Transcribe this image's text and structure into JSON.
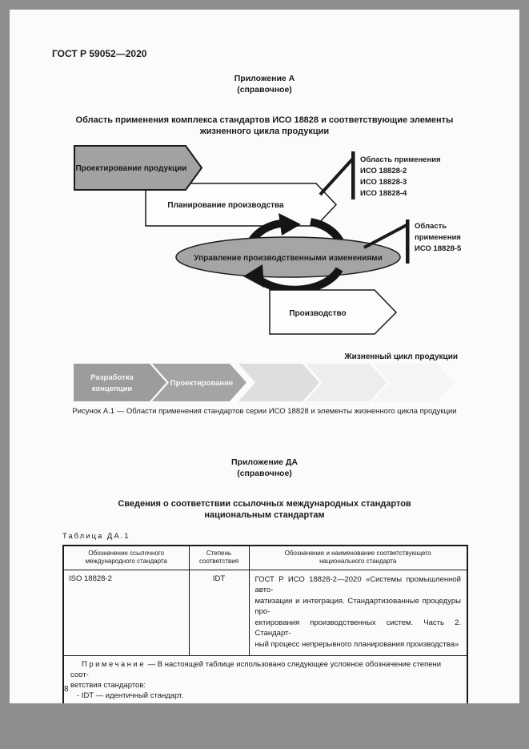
{
  "header": {
    "doc_code": "ГОСТ Р 59052—2020",
    "page_number": "8"
  },
  "annex_a": {
    "label": "Приложение А",
    "type": "(справочное)",
    "title_line1": "Область применения комплекса стандартов ИСО 18828 и соответствующие элементы",
    "title_line2": "жизненного цикла продукции",
    "figure_caption": "Рисунок А.1 — Области применения стандартов серии ИСО 18828 и элементы жизненного цикла продукции"
  },
  "diagram": {
    "product_design": "Проектирование продукции",
    "production_planning": "Планирование производства",
    "change_management": "Управление производственными изменениями",
    "production": "Производство",
    "scope1": {
      "l1": "Область применения",
      "l2": "ИСО 18828-2",
      "l3": "ИСО 18828-3",
      "l4": "ИСО 18828-4"
    },
    "scope2": {
      "l1": "Область",
      "l2": "применения",
      "l3": "ИСО 18828-5"
    },
    "lifecycle_label": "Жизненный цикл продукции",
    "stage1_line1": "Разработка",
    "stage1_line2": "концепции",
    "stage2": "Проектирование",
    "colors": {
      "shape_gray": "#a5a5a5",
      "stage_gray": "#9c9c9c",
      "outline": "#1a1a1a",
      "white_fill": "#fdfdfd"
    }
  },
  "annex_da": {
    "label": "Приложение ДА",
    "type": "(справочное)",
    "title_line1": "Сведения о соответствии ссылочных международных стандартов",
    "title_line2": "национальным стандартам",
    "table_label": "Таблица ДА.1",
    "table": {
      "headers": [
        {
          "lines": [
            "Обозначение ссылочного",
            "международного стандарта"
          ]
        },
        {
          "lines": [
            "Степень",
            "соответствия"
          ]
        },
        {
          "lines": [
            "Обозначение и наименование соответствующего",
            "национального стандарта"
          ]
        }
      ],
      "rows": [
        {
          "ref_standard": "ISO 18828-2",
          "degree": "IDT",
          "national_lines": [
            "ГОСТ Р ИСО 18828-2—2020 «Системы промышленной авто-",
            "матизации и интеграция. Стандартизованные процедуры про-",
            "ектирования производственных систем. Часть 2. Стандарт-",
            "ный процесс непрерывного планирования производства»"
          ]
        }
      ],
      "note": {
        "label": "Примечание",
        "line1_rest": " — В настоящей таблице использовано следующее условное обозначение степени соот-",
        "line2": "ветствия стандартов:",
        "line3": "- IDT — идентичный стандарт."
      }
    }
  }
}
